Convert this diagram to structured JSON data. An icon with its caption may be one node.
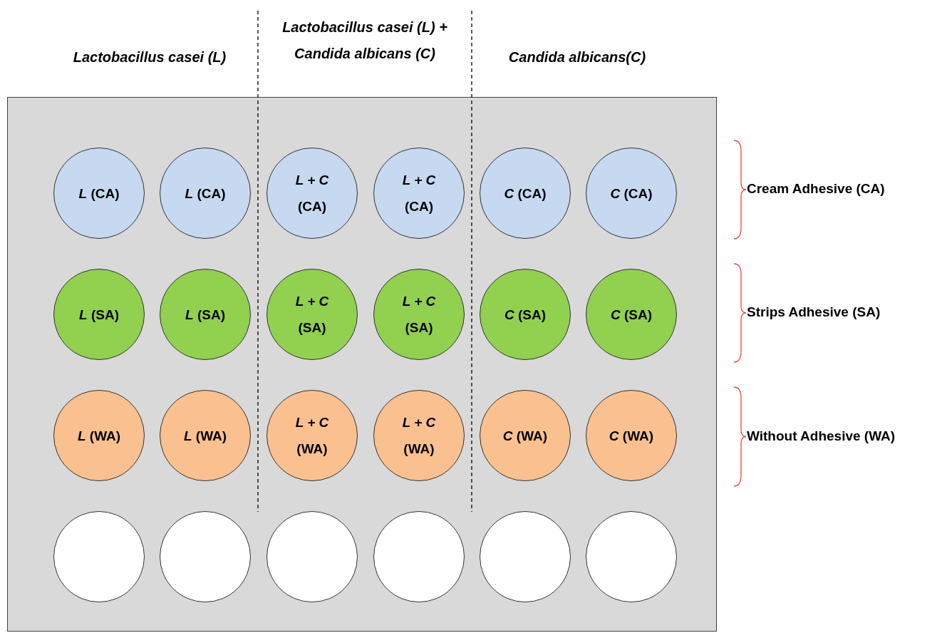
{
  "diagram": {
    "nodes": [
      {
        "text": [],
        "shape": "box"
      },
      {
        "text": [
          "*L* (CA)"
        ],
        "in": 0
      },
      {
        "text": [
          "*L* (CA)"
        ],
        "in": 0
      },
      {
        "text": [
          "*L + C* (CA)"
        ],
        "in": 0
      },
      {
        "text": [
          "*L + C* (CA)"
        ],
        "in": 0
      },
      {
        "text": [
          "*C* (CA)"
        ],
        "in": 0
      },
      {
        "text": [
          "*C* (CA)"
        ],
        "in": 0
      },
      {
        "text": [
          "*L* (SA)"
        ],
        "in": 0
      },
      {
        "text": [
          "*L* (SA)"
        ],
        "in": 0
      },
      {
        "text": [
          "*L + C* (SA)"
        ],
        "in": 0
      },
      {
        "text": [
          "*L + C* (SA)"
        ],
        "in": 0
      },
      {
        "text": [
          "*C* (SA)"
        ],
        "in": 0
      },
      {
        "text": [
          "*C* (SA)"
        ],
        "in": 0
      },
      {
        "text": [
          "*L* (WA)"
        ],
        "in": 0
      },
      {
        "text": [
          "*L* (WA)"
        ],
        "in": 0
      },
      {
        "text": [
          "*L + C* (WA)"
        ],
        "in": 0
      },
      {
        "text": [
          "*L + C* (WA)"
        ],
        "in": 0
      },
      {
        "text": [
          "*C* (WA)"
        ],
        "in": 0
      },
      {
        "text": [
          "*C* (WA)"
        ],
        "in": 0
      },
      {
        "text": [],
        "shape": "circle",
        "in": 0
      },
      {
        "text": [],
        "shape": "circle",
        "in": 0
      },
      {
        "text": [],
        "shape": "circle",
        "in": 0
      },
      {
        "text": [],
        "shape": "circle",
        "in": 0
      },
      {
        "text": [],
        "shape": "circle",
        "in": 0
      },
      {
        "text": [],
        "shape": "circle",
        "in": 0
      }
    ],
    "labels": [
      "Lactobacillus casei (L)",
      "Lactobacillus casei (L) + Candida albicans (C)",
      "Candida albicans(C)",
      "Cream Adhesive (CA)",
      "Strips Adhesive (SA)",
      "Without Adhesive (WA)"
    ]
  }
}
